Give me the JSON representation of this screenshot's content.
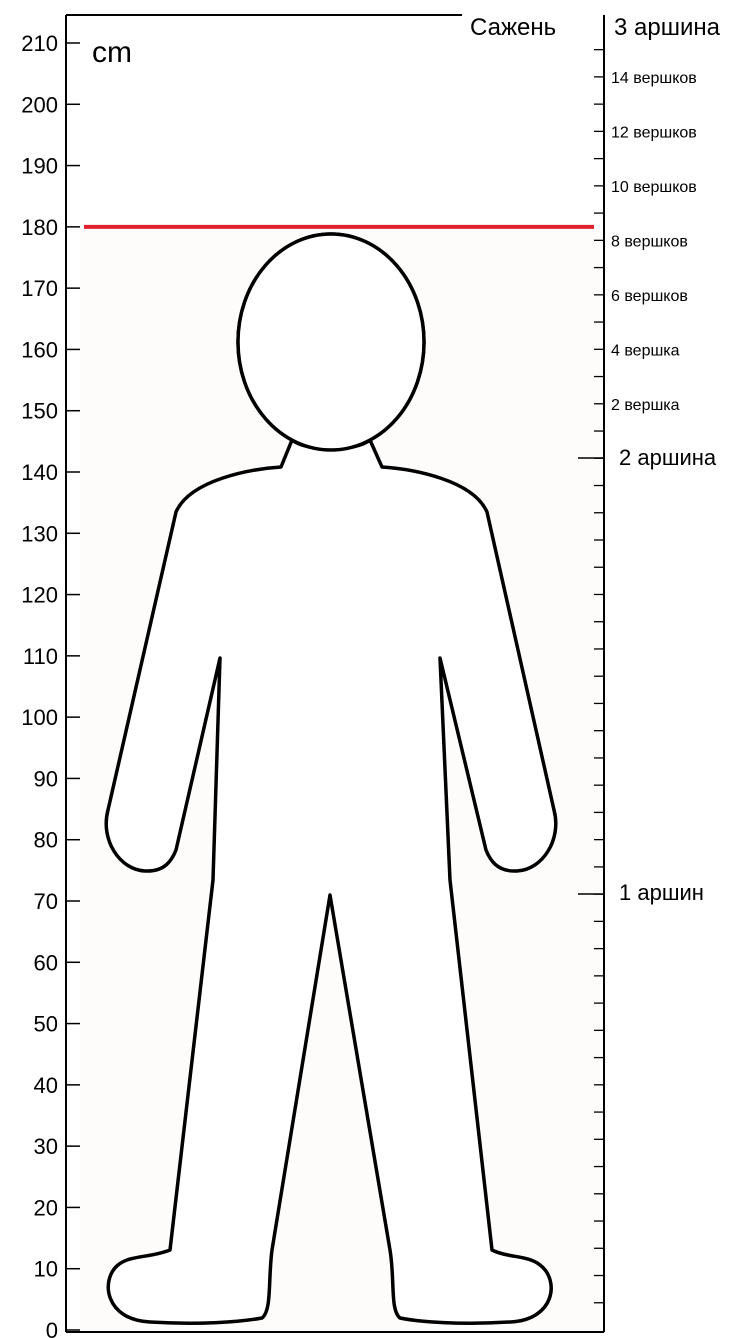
{
  "cm_scale": {
    "unit": "cm",
    "labels": [
      "0",
      "10",
      "20",
      "30",
      "40",
      "50",
      "60",
      "70",
      "80",
      "90",
      "100",
      "110",
      "120",
      "130",
      "140",
      "150",
      "160",
      "170",
      "180",
      "190",
      "200",
      "210"
    ]
  },
  "old_scale": {
    "sazhen": "Сажень",
    "arshin_top": "3 аршина",
    "arshin_2": "2 аршина",
    "arshin_1": "1 аршин",
    "vershki": [
      "2 вершка",
      "4 вершка",
      "6 вершков",
      "8 вершков",
      "10 вершков",
      "12 вершков",
      "14 вершков"
    ]
  },
  "marker": {
    "height_cm": 180,
    "color": "#e0202a"
  },
  "colors": {
    "figure_fill": "#fdfcfa",
    "stroke": "#000000"
  }
}
